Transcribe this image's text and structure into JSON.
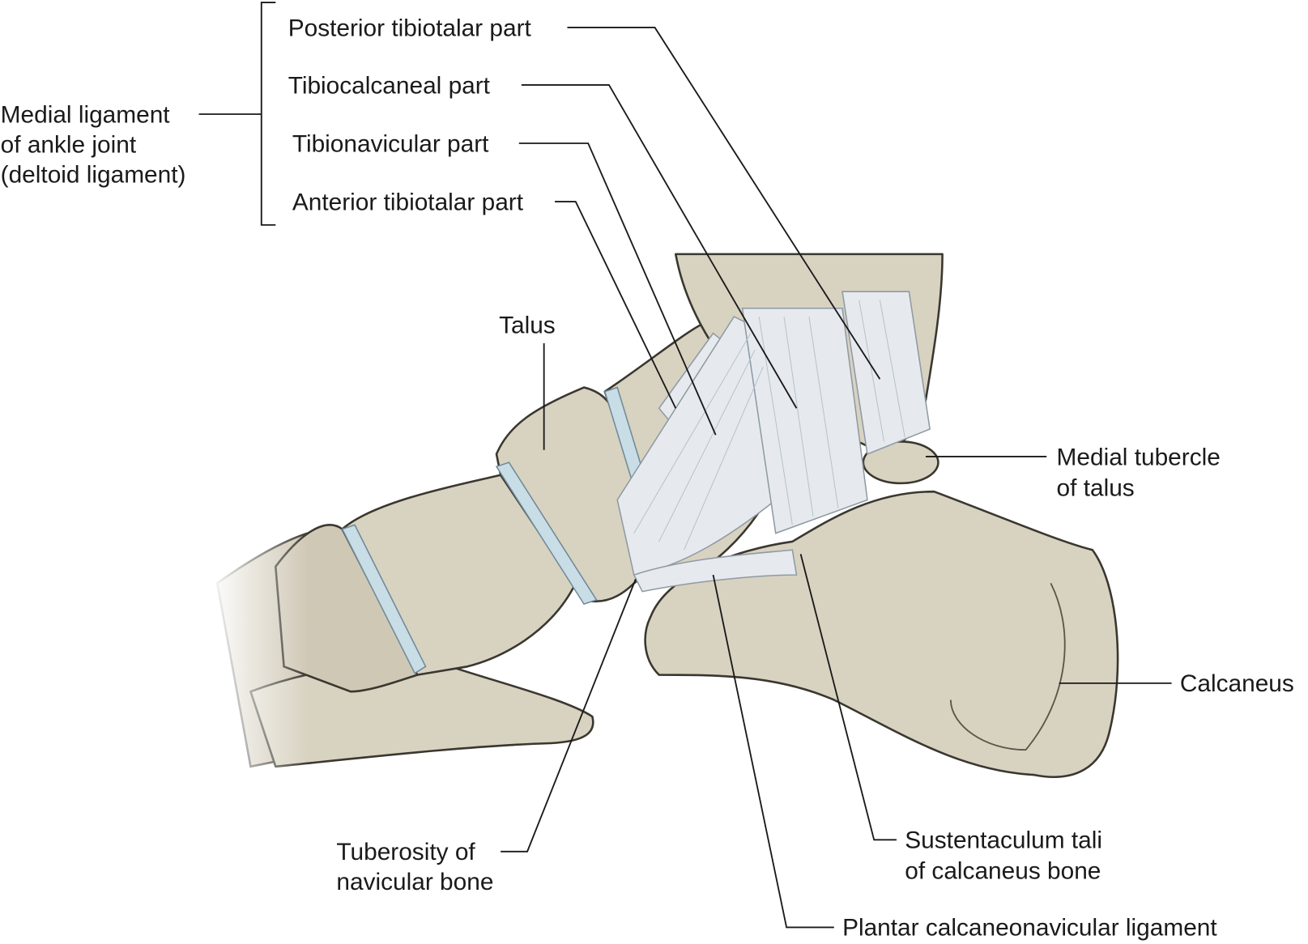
{
  "labels": {
    "deltoid_group": [
      "Medial ligament",
      "of ankle joint",
      "(deltoid ligament)"
    ],
    "posterior_tibiotalar": "Posterior tibiotalar part",
    "tibiocalcaneal": "Tibiocalcaneal part",
    "tibionavicular": "Tibionavicular part",
    "anterior_tibiotalar": "Anterior tibiotalar part",
    "talus": "Talus",
    "medial_tubercle": [
      "Medial tubercle",
      "of talus"
    ],
    "calcaneus": "Calcaneus",
    "sustentaculum": [
      "Sustentaculum tali",
      "of calcaneus bone"
    ],
    "plantar_ligament": "Plantar calcaneonavicular ligament",
    "navicular_tuberosity": [
      "Tuberosity of",
      "navicular bone"
    ]
  },
  "colors": {
    "bone": "#d8d2c1",
    "ligament": "#e6eaee",
    "cartilage": "#c9dde6",
    "text": "#1a1a1a"
  }
}
